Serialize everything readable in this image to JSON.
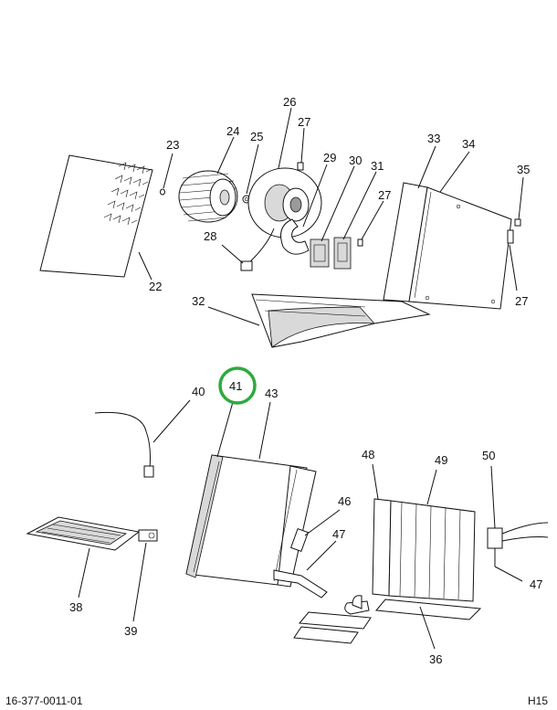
{
  "diagram": {
    "callouts": [
      "22",
      "23",
      "24",
      "25",
      "26",
      "27",
      "28",
      "29",
      "30",
      "31",
      "27",
      "33",
      "34",
      "35",
      "27",
      "32",
      "40",
      "41",
      "43",
      "46",
      "47",
      "48",
      "49",
      "50",
      "47",
      "38",
      "39",
      "36"
    ],
    "highlight_color": "#2eaa3c",
    "footer": {
      "left": "16-377-0011-01",
      "right": "H15"
    }
  }
}
